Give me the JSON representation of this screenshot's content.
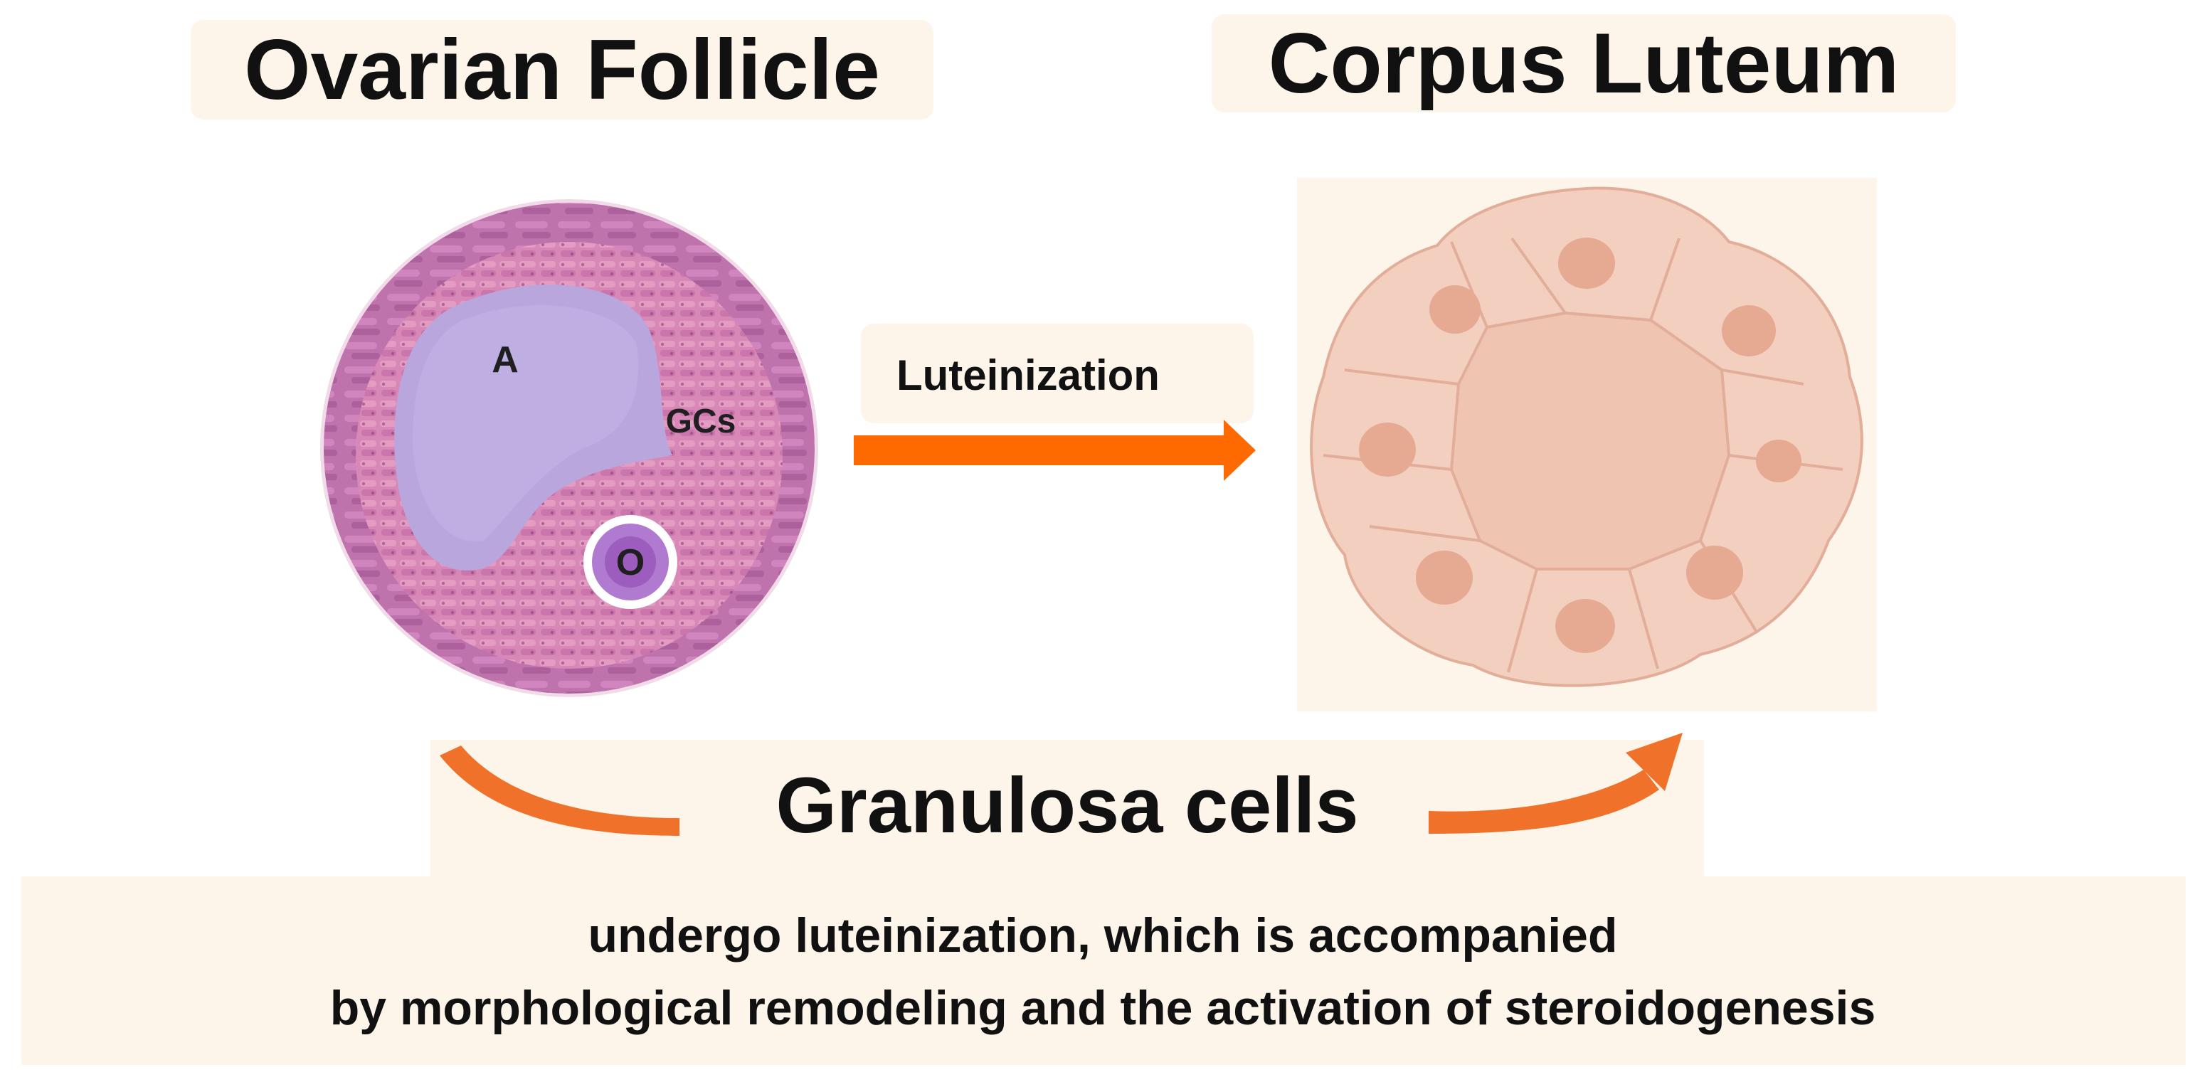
{
  "titles": {
    "left": "Ovarian Follicle",
    "right": "Corpus Luteum"
  },
  "process": {
    "arrow_label": "Luteinization"
  },
  "follicle_labels": {
    "antrum": "A",
    "granulosa": "GCs",
    "oocyte": "O"
  },
  "subject": "Granulosa cells",
  "description": {
    "line1": "undergo luteinization, which is accompanied",
    "line2": "by morphological remodeling and the activation of steroidogenesis"
  },
  "colors": {
    "accent_orange": "#ff6a00",
    "curved_arrow": "#f0722a",
    "label_bg": "#fdf4ea",
    "follicle_pink": "#d17ab3",
    "antrum_lilac": "#b8a6dc",
    "luteal_cell": "#f3cfbf",
    "luteal_nucleus": "#e6a992"
  }
}
